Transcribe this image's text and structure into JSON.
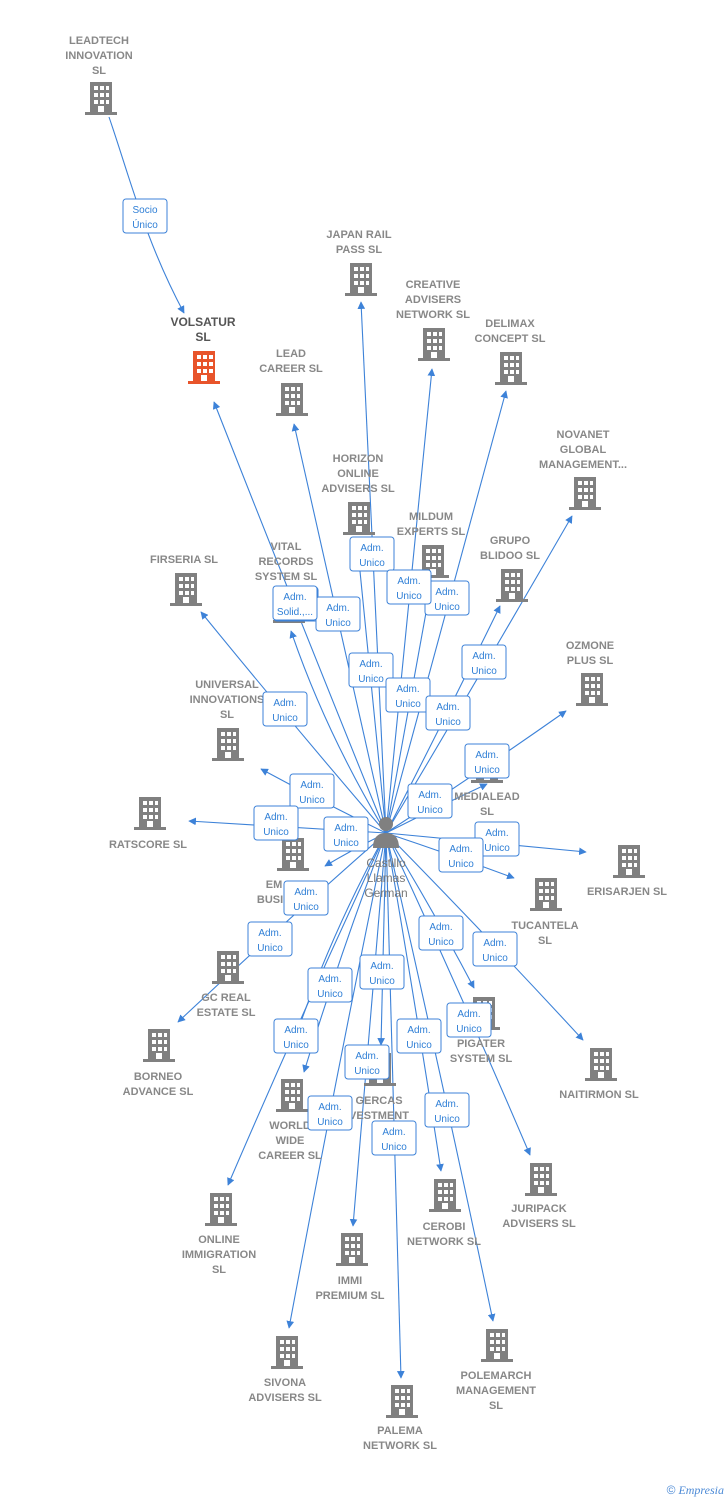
{
  "colors": {
    "edge": "#3d82d8",
    "building": "#808080",
    "highlight": "#e8542b",
    "role_border": "#3d82d8"
  },
  "person": {
    "name_lines": [
      "Castillo",
      "Llamas",
      "German"
    ],
    "icon": "person-icon"
  },
  "nodes": [
    {
      "id": "leadtech",
      "lines": [
        "LEADTECH",
        "INNOVATION",
        "SL"
      ]
    },
    {
      "id": "volsatur",
      "lines": [
        "VOLSATUR",
        "SL"
      ],
      "highlight": true
    },
    {
      "id": "japanrail",
      "lines": [
        "JAPAN RAIL",
        "PASS  SL"
      ]
    },
    {
      "id": "creative",
      "lines": [
        "CREATIVE",
        "ADVISERS",
        "NETWORK  SL"
      ]
    },
    {
      "id": "delimax",
      "lines": [
        "DELIMAX",
        "CONCEPT  SL"
      ]
    },
    {
      "id": "leadcareer",
      "lines": [
        "LEAD",
        "CAREER  SL"
      ]
    },
    {
      "id": "novanet",
      "lines": [
        "NOVANET",
        "GLOBAL",
        "MANAGEMENT..."
      ]
    },
    {
      "id": "horizon",
      "lines": [
        "HORIZON",
        "ONLINE",
        "ADVISERS  SL"
      ]
    },
    {
      "id": "mildum",
      "lines": [
        "MILDUM",
        "EXPERTS  SL"
      ]
    },
    {
      "id": "grupo",
      "lines": [
        "GRUPO",
        "BLIDOO  SL"
      ]
    },
    {
      "id": "firseria",
      "lines": [
        "FIRSERIA  SL"
      ]
    },
    {
      "id": "vital",
      "lines": [
        "VITAL",
        "RECORDS",
        "SYSTEM  SL"
      ]
    },
    {
      "id": "ozmone",
      "lines": [
        "OZMONE",
        "PLUS  SL"
      ]
    },
    {
      "id": "universal",
      "lines": [
        "UNIVERSAL",
        "INNOVATIONS",
        "SL"
      ]
    },
    {
      "id": "medialead",
      "lines": [
        "MEDIALEAD",
        "SL"
      ]
    },
    {
      "id": "ratscore",
      "lines": [
        "RATSCORE  SL"
      ]
    },
    {
      "id": "em",
      "lines": [
        "EM",
        "BUSIN"
      ]
    },
    {
      "id": "erisarjen",
      "lines": [
        "ERISARJEN  SL"
      ]
    },
    {
      "id": "tucantela",
      "lines": [
        "TUCANTELA",
        "SL"
      ]
    },
    {
      "id": "gcreal",
      "lines": [
        "GC REAL",
        "ESTATE  SL"
      ]
    },
    {
      "id": "pigater",
      "lines": [
        "PIGATER",
        "SYSTEM  SL"
      ]
    },
    {
      "id": "borneo",
      "lines": [
        "BORNEO",
        "ADVANCE  SL"
      ]
    },
    {
      "id": "naitirmon",
      "lines": [
        "NAITIRMON  SL"
      ]
    },
    {
      "id": "gercas",
      "lines": [
        "GERCAS",
        "VESTMENT"
      ]
    },
    {
      "id": "worldwide",
      "lines": [
        "WORLD",
        "WIDE",
        "CAREER  SL"
      ]
    },
    {
      "id": "juripack",
      "lines": [
        "JURIPACK",
        "ADVISERS  SL"
      ]
    },
    {
      "id": "online",
      "lines": [
        "ONLINE",
        "IMMIGRATION",
        "SL"
      ]
    },
    {
      "id": "cerobi",
      "lines": [
        "CEROBI",
        "NETWORK  SL"
      ]
    },
    {
      "id": "immi",
      "lines": [
        "IMMI",
        "PREMIUM  SL"
      ]
    },
    {
      "id": "sivona",
      "lines": [
        "SIVONA",
        "ADVISERS  SL"
      ]
    },
    {
      "id": "polemarch",
      "lines": [
        "POLEMARCH",
        "MANAGEMENT",
        "SL"
      ]
    },
    {
      "id": "palema",
      "lines": [
        "PALEMA",
        "NETWORK  SL"
      ]
    }
  ],
  "roles": [
    [
      "Socio",
      "Único"
    ],
    [
      "Adm.",
      "Unico"
    ],
    [
      "Adm.",
      "Unico"
    ],
    [
      "Adm.",
      "Unico"
    ],
    [
      "Adm.",
      "Unico"
    ],
    [
      "Adm.",
      "Unico"
    ],
    [
      "Adm.",
      "Unico"
    ],
    [
      "Adm.",
      "Unico"
    ],
    [
      "Adm.",
      "Unico"
    ],
    [
      "Adm.",
      "Unico"
    ],
    [
      "Adm.",
      "Unico"
    ],
    [
      "Adm.",
      "Solid.,..."
    ],
    [
      "Adm.",
      "Unico"
    ],
    [
      "Adm.",
      "Unico"
    ],
    [
      "Adm.",
      "Unico"
    ],
    [
      "Adm.",
      "Unico"
    ],
    [
      "Adm.",
      "Unico"
    ],
    [
      "Adm.",
      "Unico"
    ],
    [
      "Adm.",
      "Unico"
    ],
    [
      "Adm.",
      "Unico"
    ],
    [
      "Adm.",
      "Unico"
    ],
    [
      "Adm.",
      "Unico"
    ],
    [
      "Adm.",
      "Unico"
    ],
    [
      "Adm.",
      "Unico"
    ],
    [
      "Adm.",
      "Unico"
    ],
    [
      "Adm.",
      "Unico"
    ],
    [
      "Adm.",
      "Unico"
    ],
    [
      "Adm.",
      "Unico"
    ],
    [
      "Adm.",
      "Unico"
    ],
    [
      "Adm.",
      "Unico"
    ],
    [
      "Adm.",
      "Unico"
    ],
    [
      "Adm.",
      "Unico"
    ]
  ],
  "footer": {
    "copyright": "©",
    "brand": "Empresia"
  }
}
